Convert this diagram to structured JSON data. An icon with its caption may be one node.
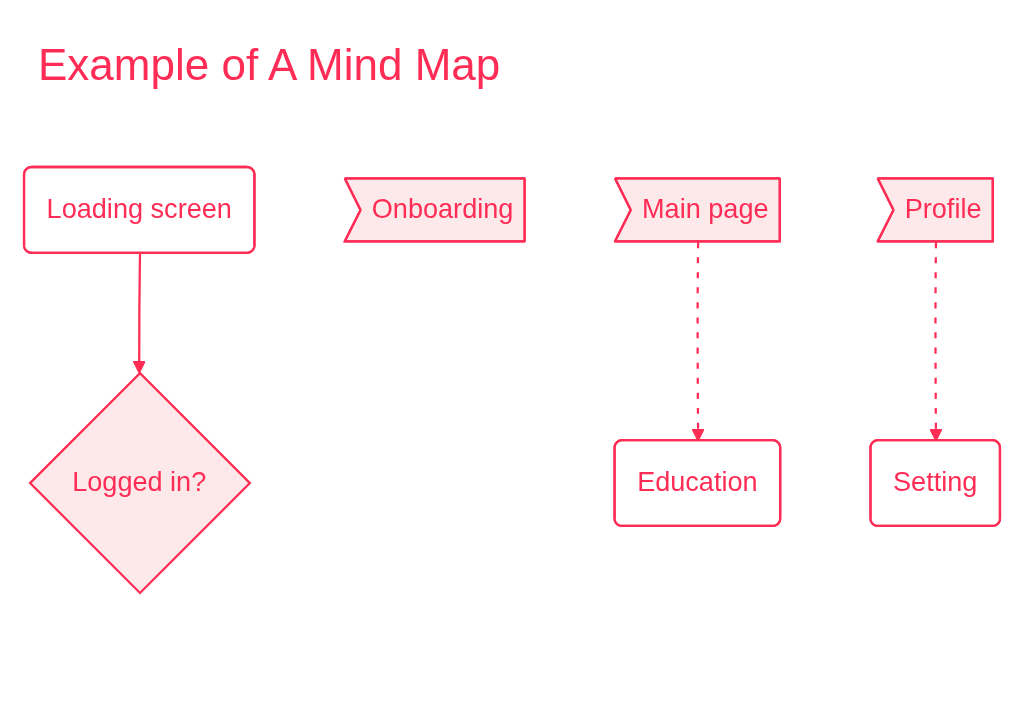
{
  "diagram": {
    "title": "Example of A Mind Map",
    "nodes": [
      {
        "text": [
          "Loading screen"
        ]
      },
      {
        "text": [
          "Logged in?"
        ]
      },
      {
        "text": [
          "Onboarding"
        ]
      },
      {
        "text": [
          "Main page"
        ]
      },
      {
        "text": [
          "Profile"
        ]
      },
      {
        "text": [
          "Education"
        ]
      },
      {
        "text": [
          "Setting"
        ]
      }
    ],
    "edges": [
      {
        "from": 0,
        "to": 1,
        "arrow": "to"
      },
      {
        "from": 3,
        "to": 5,
        "arrow": "to",
        "style": "dashed"
      },
      {
        "from": 4,
        "to": 6,
        "arrow": "to",
        "style": "dashed"
      }
    ]
  }
}
